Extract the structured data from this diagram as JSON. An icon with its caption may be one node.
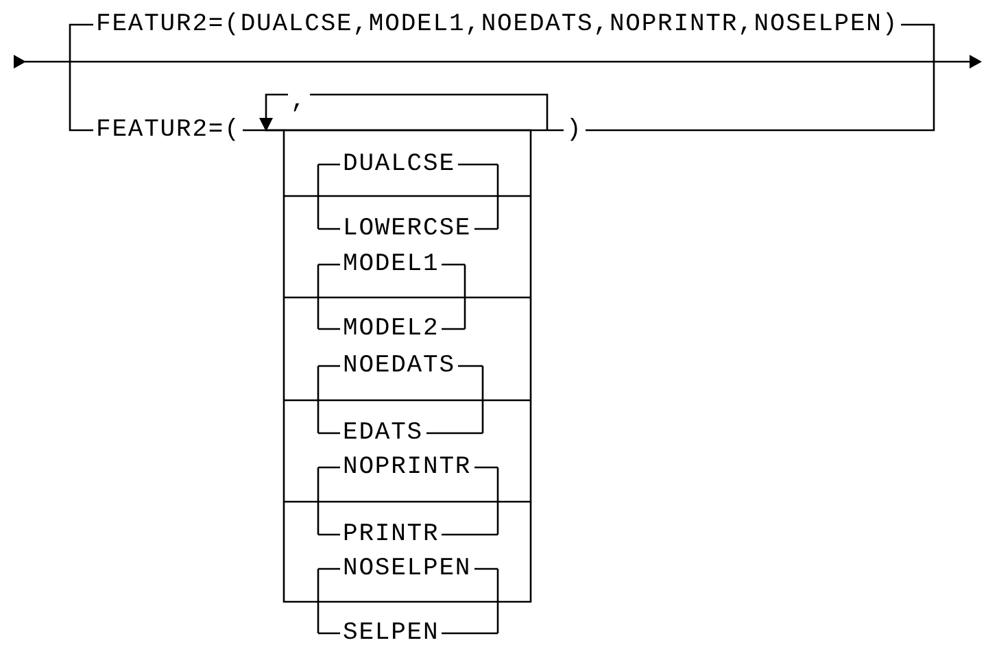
{
  "diagram": {
    "labels": [
      "FEATUR2=(DUALCSE,MODEL1,NOEDATS,NOPRINTR,NOSELPEN)",
      "FEATUR2=(",
      ",",
      ")",
      "DUALCSE",
      "LOWERCSE",
      "MODEL1",
      "MODEL2",
      "NOEDATS",
      "EDATS",
      "NOPRINTR",
      "PRINTR",
      "NOSELPEN",
      "SELPEN"
    ]
  }
}
